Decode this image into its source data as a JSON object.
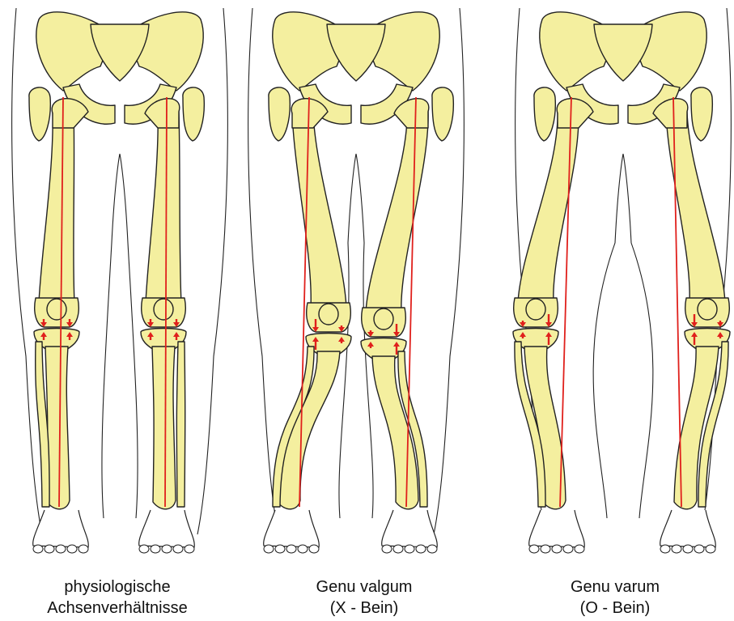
{
  "colors": {
    "bone_fill": "#f4ef9f",
    "outline": "#222222",
    "axis": "#e0201c",
    "background": "#ffffff"
  },
  "figures": [
    {
      "kind": "normal",
      "caption": {
        "line1": "physiologische",
        "line2": "Achsenverhältnisse"
      }
    },
    {
      "kind": "valgum",
      "caption": {
        "line1": "Genu valgum",
        "line2": "(X - Bein)"
      }
    },
    {
      "kind": "varum",
      "caption": {
        "line1": "Genu varum",
        "line2": "(O - Bein)"
      }
    }
  ]
}
